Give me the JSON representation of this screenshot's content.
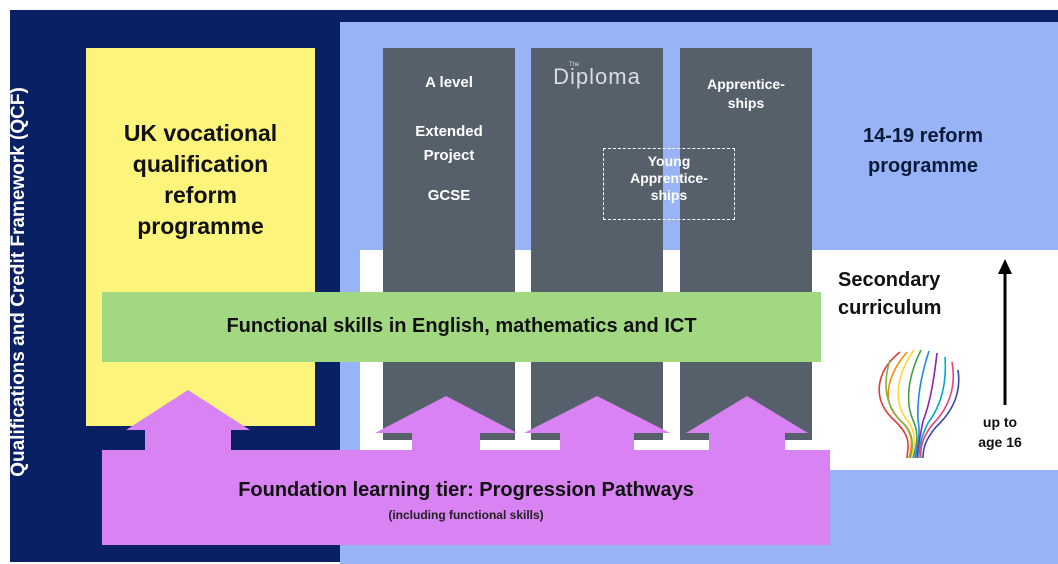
{
  "frame": {
    "qcf_label": "Qualifications and Credit Framework (QCF)"
  },
  "uk_programme": {
    "line1": "UK vocational",
    "line2": "qualification",
    "line3": "reform",
    "line4": "programme"
  },
  "reform_programme": {
    "line1": "14-19 reform",
    "line2": "programme"
  },
  "columns": {
    "col1": {
      "a_level": "A level",
      "extended_1": "Extended",
      "extended_2": "Project",
      "gcse": "GCSE"
    },
    "col2": {
      "diploma_prefix": "The",
      "diploma": "Diploma"
    },
    "col3": {
      "line1": "Apprentice-",
      "line2": "ships"
    }
  },
  "young_apprenticeships": {
    "line1": "Young",
    "line2": "Apprentice-",
    "line3": "ships"
  },
  "functional_skills": "Functional skills in English, mathematics and ICT",
  "secondary": {
    "line1": "Secondary",
    "line2": "curriculum"
  },
  "age": {
    "line1": "up to",
    "line2": "age 16"
  },
  "foundation": {
    "title": "Foundation learning tier: Progression Pathways",
    "subtitle": "(including functional skills)"
  },
  "colors": {
    "frame": "#0a2064",
    "reform_panel": "#99b3f7",
    "yellow": "#fdf47c",
    "column": "#56606b",
    "green": "#a3d882",
    "purple": "#d882f3"
  }
}
